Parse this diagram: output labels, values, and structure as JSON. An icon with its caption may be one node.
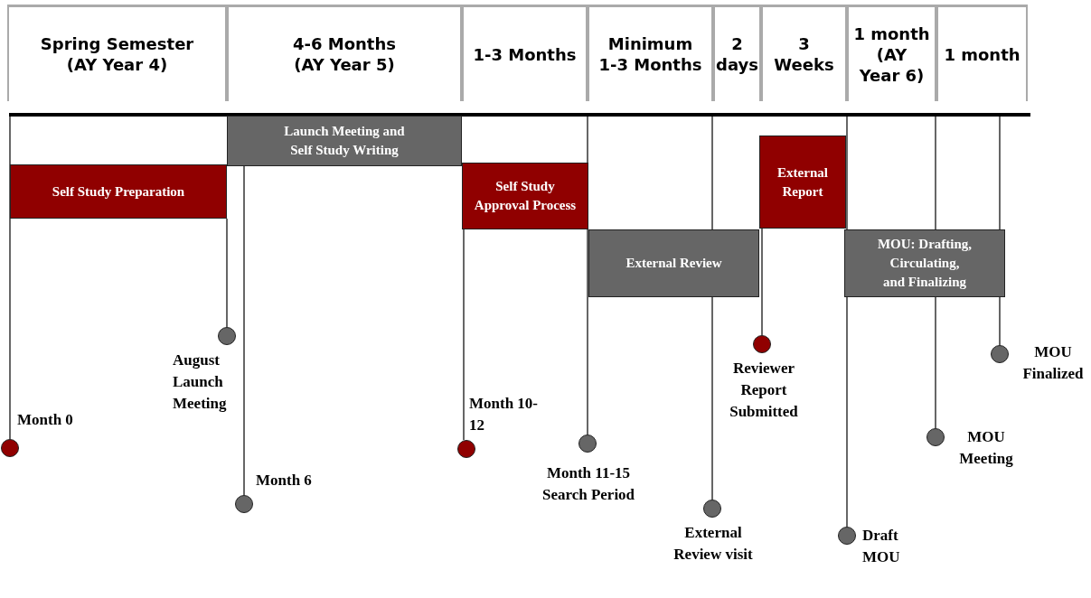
{
  "diagram": {
    "nodes": [
      {
        "text": [
          "Spring Semester (AY Year 4)"
        ]
      },
      {
        "text": [
          "4-6 Months (AY Year 5)"
        ]
      },
      {
        "text": [
          "1-3 Months"
        ]
      },
      {
        "text": [
          "Minimum 1-3 Months"
        ]
      },
      {
        "text": [
          "2 days"
        ]
      },
      {
        "text": [
          "3 Weeks"
        ]
      },
      {
        "text": [
          "1 month (AY Year 6)"
        ]
      },
      {
        "text": [
          "1 month"
        ]
      },
      {
        "text": [
          "Self Study Preparation"
        ]
      },
      {
        "text": [
          "Launch Meeting and Self Study Writing"
        ]
      },
      {
        "text": [
          "Self Study Approval Process"
        ]
      },
      {
        "text": [
          "External Review"
        ]
      },
      {
        "text": [
          "External Report"
        ]
      },
      {
        "text": [
          "MOU: Drafting, Circulating, and Finalizing"
        ]
      },
      {
        "text": [],
        "shape": "circle",
        "beside": [
          "Month 0"
        ]
      },
      {
        "text": [],
        "shape": "circle",
        "beside": [
          "August Launch Meeting"
        ]
      },
      {
        "text": [],
        "shape": "circle",
        "beside": [
          "Month 6"
        ]
      },
      {
        "text": [],
        "shape": "circle",
        "beside": [
          "Month 10-12"
        ]
      },
      {
        "text": [],
        "shape": "circle",
        "beside": [
          "Month 11-15 Search Period"
        ]
      },
      {
        "text": [],
        "shape": "circle",
        "beside": [
          "External Review visit"
        ]
      },
      {
        "text": [],
        "shape": "circle",
        "beside": [
          "Reviewer Report Submitted"
        ]
      },
      {
        "text": [],
        "shape": "circle",
        "beside": [
          "Draft MOU"
        ]
      },
      {
        "text": [],
        "shape": "circle",
        "beside": [
          "MOU Meeting"
        ]
      },
      {
        "text": [],
        "shape": "circle",
        "beside": [
          "MOU Finalized"
        ]
      }
    ],
    "edges": [
      {
        "from": null,
        "to": 14,
        "arrow": "none"
      },
      {
        "from": 8,
        "to": 15,
        "arrow": "none"
      },
      {
        "from": 9,
        "to": 16,
        "arrow": "none"
      },
      {
        "from": 10,
        "to": 17,
        "arrow": "none"
      },
      {
        "from": null,
        "to": 18,
        "arrow": "none"
      },
      {
        "from": null,
        "to": 19,
        "arrow": "none"
      },
      {
        "from": 12,
        "to": 20,
        "arrow": "none"
      },
      {
        "from": null,
        "to": 21,
        "arrow": "none"
      },
      {
        "from": null,
        "to": 22,
        "arrow": "none"
      },
      {
        "from": null,
        "to": 23,
        "arrow": "none"
      }
    ]
  }
}
